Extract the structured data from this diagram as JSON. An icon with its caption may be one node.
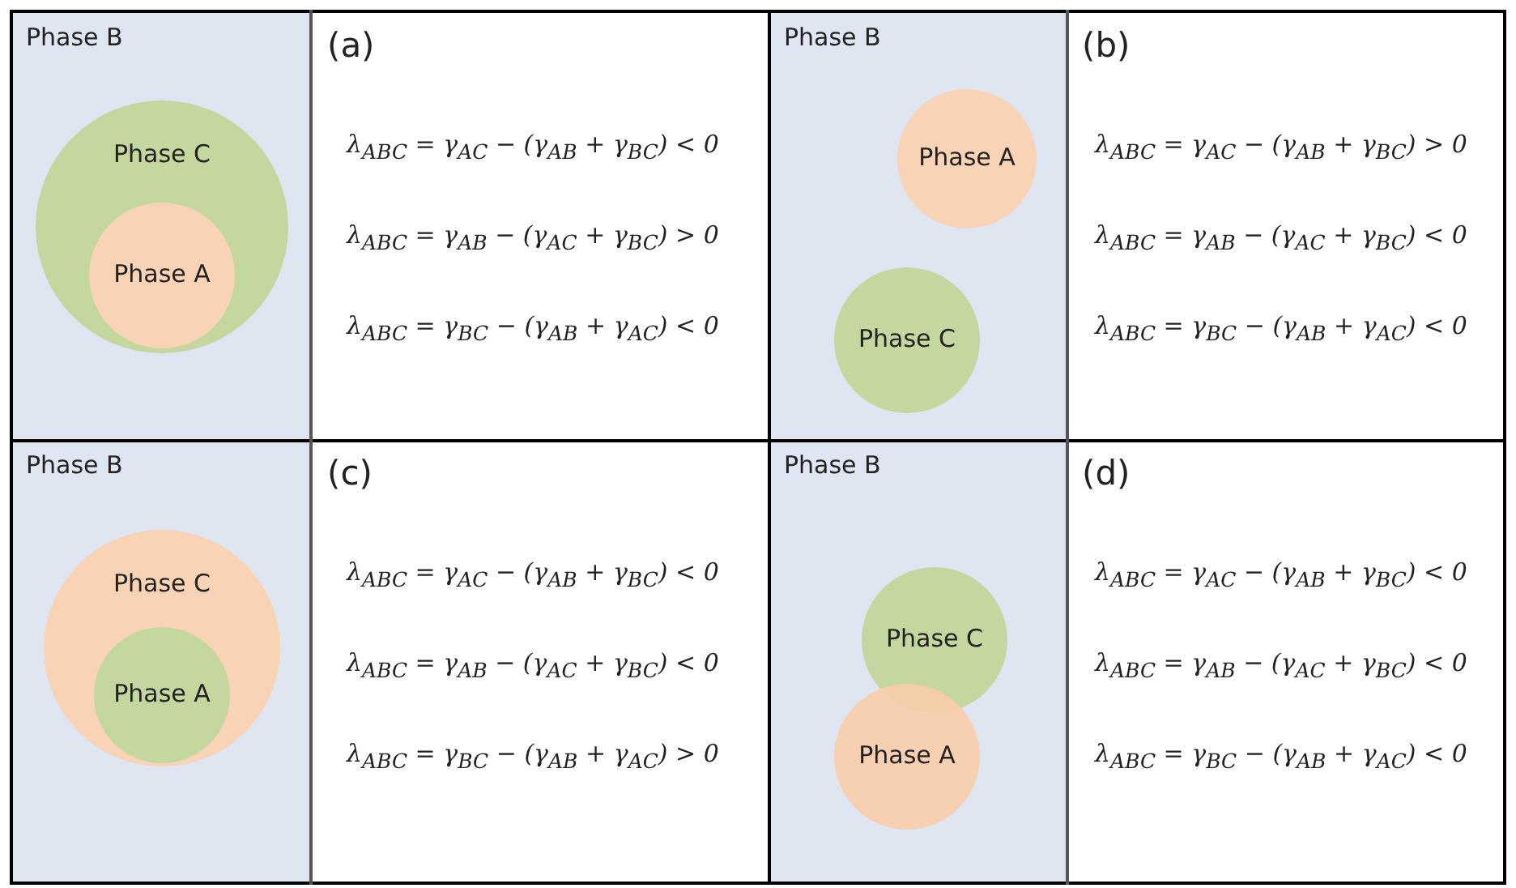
{
  "diagram": {
    "nodes": [
      {
        "text": [
          "Phase B"
        ]
      },
      {
        "text": [
          "Phase C"
        ],
        "in": 0
      },
      {
        "text": [
          "Phase A"
        ],
        "in": 1
      },
      {
        "text": [
          "Phase B"
        ]
      },
      {
        "text": [
          "Phase A"
        ],
        "in": 3
      },
      {
        "text": [
          "Phase C"
        ],
        "in": 3
      },
      {
        "text": [
          "Phase B"
        ]
      },
      {
        "text": [
          "Phase C"
        ],
        "in": 6
      },
      {
        "text": [
          "Phase A"
        ],
        "in": 7
      },
      {
        "text": [
          "Phase B"
        ]
      },
      {
        "text": [
          "Phase C"
        ],
        "in": 9
      },
      {
        "text": [
          "Phase A"
        ],
        "in": 9
      }
    ],
    "edges": [],
    "labels": [
      "(a)",
      "λ$_{ABC}$ = γ$_{AC}$ − (γ$_{AB}$ + γ$_{BC}$) < 0",
      "λ$_{ABC}$ = γ$_{AB}$ − (γ$_{AC}$ + γ$_{BC}$) > 0",
      "λ$_{ABC}$ = γ$_{BC}$ − (γ$_{AB}$ + γ$_{AC}$) < 0",
      "(b)",
      "λ$_{ABC}$ = γ$_{AC}$ − (γ$_{AB}$ + γ$_{BC}$) > 0",
      "λ$_{ABC}$ = γ$_{AB}$ − (γ$_{AC}$ + γ$_{BC}$) < 0",
      "λ$_{ABC}$ = γ$_{BC}$ − (γ$_{AB}$ + γ$_{AC}$) < 0",
      "(c)",
      "λ$_{ABC}$ = γ$_{AC}$ − (γ$_{AB}$ + γ$_{BC}$) < 0",
      "λ$_{ABC}$ = γ$_{AB}$ − (γ$_{AC}$ + γ$_{BC}$) < 0",
      "λ$_{ABC}$ = γ$_{BC}$ − (γ$_{AB}$ + γ$_{AC}$) > 0",
      "(d)",
      "λ$_{ABC}$ = γ$_{AC}$ − (γ$_{AB}$ + γ$_{BC}$) < 0",
      "λ$_{ABC}$ = γ$_{AB}$ − (γ$_{AC}$ + γ$_{BC}$) < 0",
      "λ$_{ABC}$ = γ$_{BC}$ − (γ$_{AB}$ + γ$_{AC}$) < 0"
    ]
  }
}
